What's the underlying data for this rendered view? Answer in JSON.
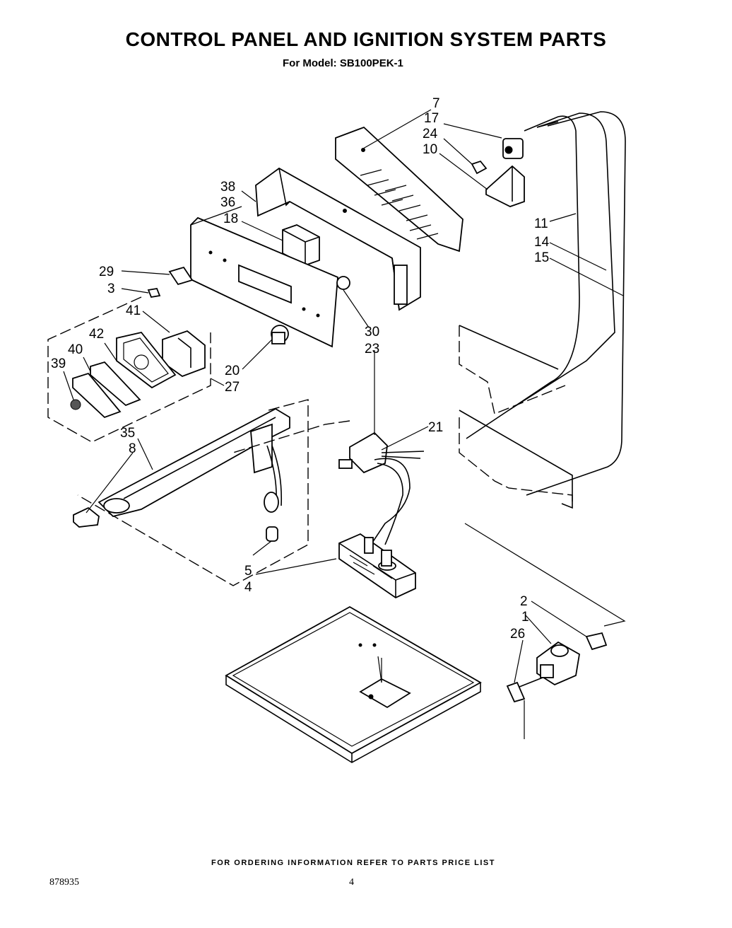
{
  "header": {
    "title": "CONTROL PANEL AND IGNITION SYSTEM PARTS",
    "subtitle": "For Model: SB100PEK-1"
  },
  "callouts": {
    "c7": "7",
    "c17": "17",
    "c24": "24",
    "c10": "10",
    "c38": "38",
    "c36": "36",
    "c18": "18",
    "c11": "11",
    "c14": "14",
    "c15": "15",
    "c29": "29",
    "c3": "3",
    "c41": "41",
    "c42": "42",
    "c40": "40",
    "c39": "39",
    "c30": "30",
    "c23": "23",
    "c20": "20",
    "c27": "27",
    "c35": "35",
    "c8": "8",
    "c21": "21",
    "c5": "5",
    "c4": "4",
    "c2": "2",
    "c1": "1",
    "c26": "26"
  },
  "footer": {
    "note": "FOR ORDERING INFORMATION REFER TO PARTS PRICE LIST",
    "doc_number": "878935",
    "page_number": "4"
  }
}
